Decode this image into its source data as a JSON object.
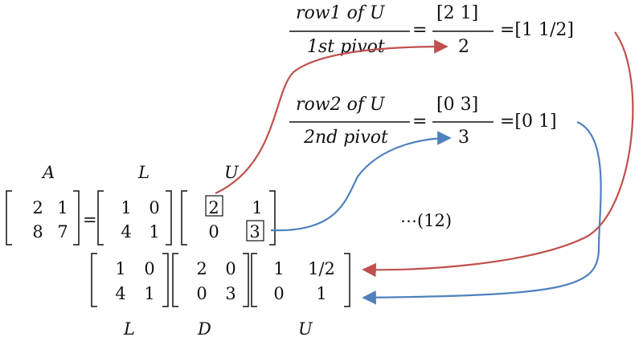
{
  "fractions": {
    "row1_numerator": "row1  of  U",
    "row1_denominator": "1st  pivot",
    "row1_eq": "=",
    "row1_value_numerator": "[2   1]",
    "row1_value_denominator": "2",
    "row1_result": "=[1   1/2]",
    "row2_numerator": "row2  of  U",
    "row2_denominator": "2nd  pivot",
    "row2_eq": "=",
    "row2_value_numerator": "[0   3]",
    "row2_value_denominator": "3",
    "row2_result": "=[0   1]"
  },
  "labels_top": {
    "A": "A",
    "L": "L",
    "U": "U"
  },
  "labels_bottom": {
    "L": "L",
    "D": "D",
    "U": "U"
  },
  "equals": "=",
  "equation_number": "⋯(12)",
  "matrices": {
    "A": [
      [
        "2",
        "1"
      ],
      [
        "8",
        "7"
      ]
    ],
    "L": [
      [
        "1",
        "0"
      ],
      [
        "4",
        "1"
      ]
    ],
    "U": [
      [
        "2",
        "1"
      ],
      [
        "0",
        "3"
      ]
    ],
    "L2": [
      [
        "1",
        "0"
      ],
      [
        "4",
        "1"
      ]
    ],
    "D": [
      [
        "2",
        "0"
      ],
      [
        "0",
        "3"
      ]
    ],
    "U2": [
      [
        "1",
        "1/2"
      ],
      [
        "0",
        "1"
      ]
    ]
  },
  "colors": {
    "red_arrow": "#c0504d",
    "blue_arrow": "#4f81bd",
    "text": "#111111"
  }
}
